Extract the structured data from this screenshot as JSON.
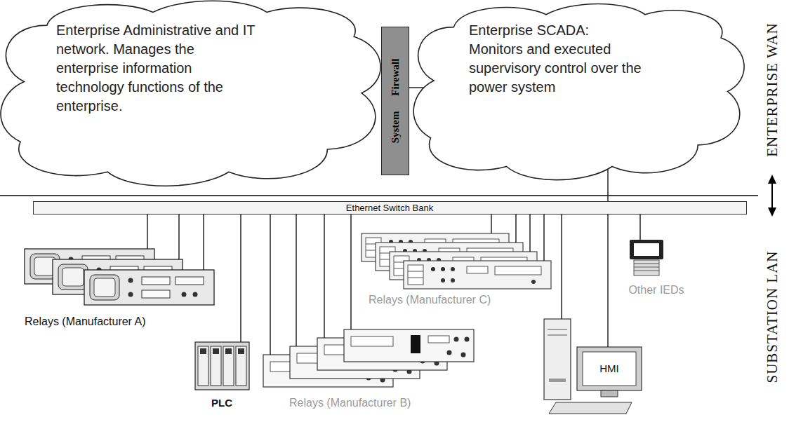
{
  "diagram": {
    "nodes": [
      {
        "text": [
          "Enterprise Administrative and IT network. Manages the enterprise information technology functions of the enterprise."
        ]
      },
      {
        "text": [
          "System Firewall"
        ]
      },
      {
        "text": [
          "Enterprise SCADA: Monitors and executed supervisory control over the power system"
        ]
      },
      {
        "text": [
          "Ethernet Switch Bank"
        ]
      },
      {
        "text": [
          "Relays (Manufacturer A)"
        ]
      },
      {
        "text": [
          "PLC"
        ]
      },
      {
        "text": [
          "Relays (Manufacturer B)"
        ]
      },
      {
        "text": [
          "Relays (Manufacturer C)"
        ]
      },
      {
        "text": [
          "HMI"
        ]
      },
      {
        "text": [
          "Other IEDs"
        ]
      }
    ],
    "edges": [
      {
        "from": 1,
        "to": 2,
        "arrow": "none"
      },
      {
        "from": 2,
        "to": 8,
        "arrow": "none"
      },
      {
        "from": 3,
        "to": 4,
        "arrow": "none"
      },
      {
        "from": 3,
        "to": 4,
        "arrow": "none"
      },
      {
        "from": 3,
        "to": 4,
        "arrow": "none"
      },
      {
        "from": 3,
        "to": 5,
        "arrow": "none"
      },
      {
        "from": 3,
        "to": 6,
        "arrow": "none"
      },
      {
        "from": 3,
        "to": 6,
        "arrow": "none"
      },
      {
        "from": 3,
        "to": 6,
        "arrow": "none"
      },
      {
        "from": 3,
        "to": 6,
        "arrow": "none"
      },
      {
        "from": 3,
        "to": 7,
        "arrow": "none"
      },
      {
        "from": 3,
        "to": 7,
        "arrow": "none"
      },
      {
        "from": 3,
        "to": 7,
        "arrow": "none"
      },
      {
        "from": 3,
        "to": 7,
        "arrow": "none"
      },
      {
        "from": 3,
        "to": 8,
        "arrow": "none"
      },
      {
        "from": 3,
        "to": 9,
        "arrow": "none"
      }
    ],
    "labels": [
      "ENTERPRISE WAN",
      "SUBSTATION LAN"
    ]
  }
}
